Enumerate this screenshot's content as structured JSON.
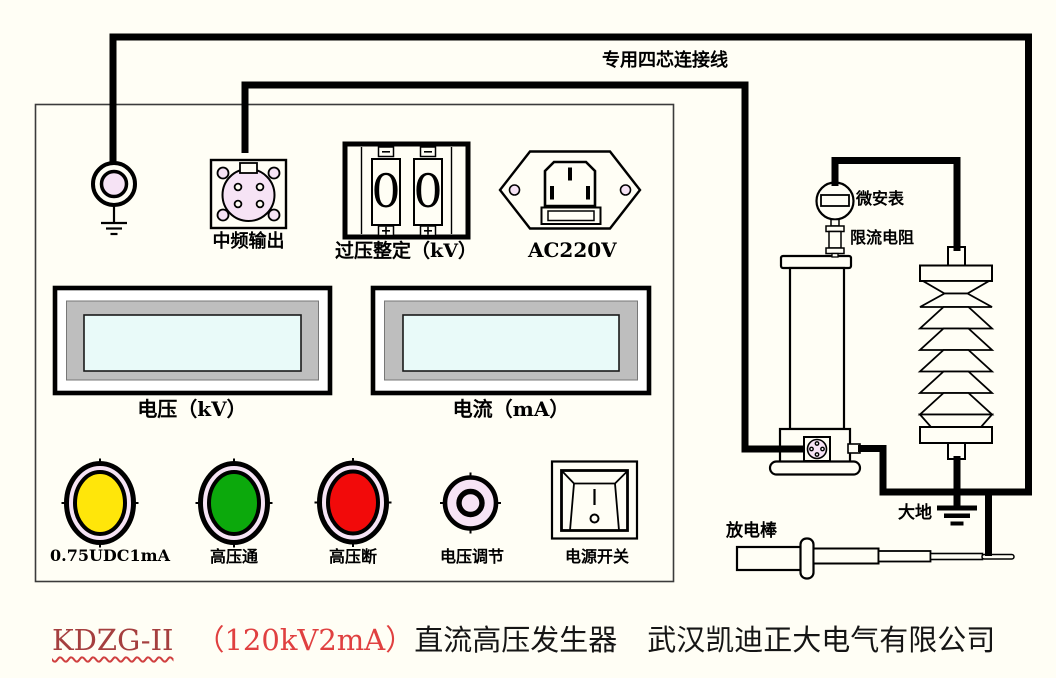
{
  "diagram_title": {
    "model": "KDZG-II",
    "rating": "（120kV2mA）",
    "product": "直流高压发生器",
    "company": "武汉凯迪正大电气有限公司"
  },
  "panel": {
    "mf_output_label": "中频输出",
    "overvoltage_setter": {
      "label": "过压整定（kV）",
      "digit_left": "0",
      "digit_right": "0"
    },
    "ac_inlet_label": "AC220V",
    "voltage_display_label": "电压（kV）",
    "current_display_label": "电流（mA）",
    "overcurrent_button_label": "0.75UDC1mA",
    "hv_on_button_label": "高压通",
    "hv_off_button_label": "高压断",
    "voltage_knob_label": "电压调节",
    "power_switch_label": "电源开关"
  },
  "external": {
    "cable_label": "专用四芯连接线",
    "microammeter_label": "微安表",
    "resistor_label": "限流电阻",
    "earth_label": "大地",
    "discharge_rod_label": "放电棒"
  },
  "colors": {
    "background": "#FFFEF5",
    "panel_pink": "#F6E3F5",
    "lcd_screen": "#E9FAF9",
    "lcd_frame_gray": "#BEBEBE",
    "indicator_yellow": "#FFE60A",
    "hv_on_green": "#0CA90C",
    "hv_off_red": "#F20A0A",
    "title_model_red": "#A53F3F",
    "title_rating_red": "#E04040"
  }
}
